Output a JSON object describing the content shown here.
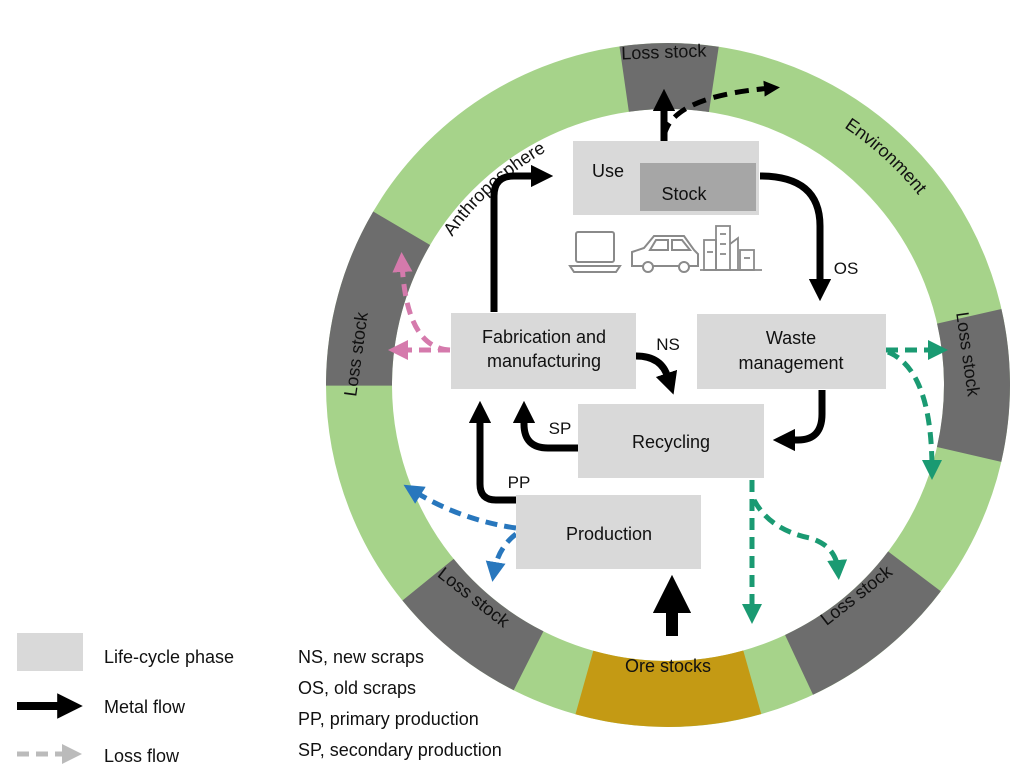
{
  "phases": {
    "use": "Use",
    "stock": "Stock",
    "fabrication_line1": "Fabrication and",
    "fabrication_line2": "manufacturing",
    "waste_line1": "Waste",
    "waste_line2": "management",
    "recycling": "Recycling",
    "production": "Production"
  },
  "ring": {
    "environment": "Environment",
    "anthroposphere": "Anthroposphere",
    "loss_stock": "Loss stock",
    "ore_stocks": "Ore stocks"
  },
  "flows": {
    "ns": "NS",
    "os": "OS",
    "sp": "SP",
    "pp": "PP"
  },
  "legend": {
    "phase": "Life-cycle phase",
    "metal_flow": "Metal flow",
    "loss_flow": "Loss flow",
    "ns_def": "NS, new scraps",
    "os_def": "OS, old scraps",
    "pp_def": "PP, primary production",
    "sp_def": "SP, secondary production"
  },
  "colors": {
    "environment": "#a6d38a",
    "loss_stock": "#6d6d6d",
    "ore": "#c49a14",
    "phase_box": "#d9d9d9",
    "stock_box": "#a6a6a6",
    "metal_flow": "#000000",
    "loss_pink": "#d57aac",
    "loss_green": "#1a9a72",
    "loss_blue": "#2877bd",
    "legend_loss": "#bbbbbb"
  },
  "icons": [
    "laptop-icon",
    "car-icon",
    "buildings-icon"
  ]
}
